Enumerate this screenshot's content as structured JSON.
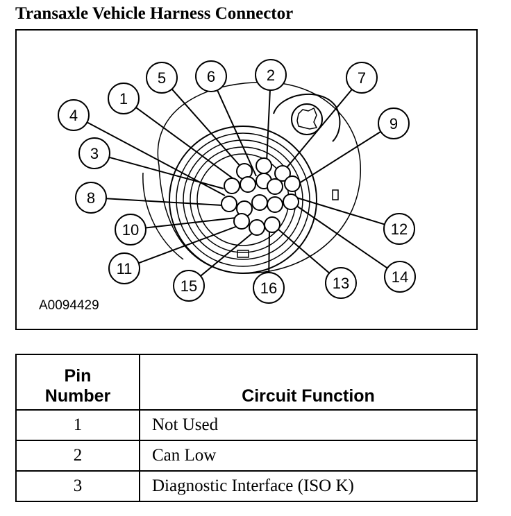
{
  "title": "Transaxle Vehicle Harness Connector",
  "figure": {
    "code": "A0094429",
    "callouts": [
      "1",
      "2",
      "3",
      "4",
      "5",
      "6",
      "7",
      "8",
      "9",
      "10",
      "11",
      "12",
      "13",
      "14",
      "15",
      "16"
    ]
  },
  "table": {
    "header": {
      "pin_line1": "Pin",
      "pin_line2": "Number",
      "function": "Circuit Function"
    },
    "rows": [
      {
        "pin": "1",
        "function": "Not Used"
      },
      {
        "pin": "2",
        "function": "Can Low"
      },
      {
        "pin": "3",
        "function": "Diagnostic Interface (ISO K)"
      }
    ]
  }
}
